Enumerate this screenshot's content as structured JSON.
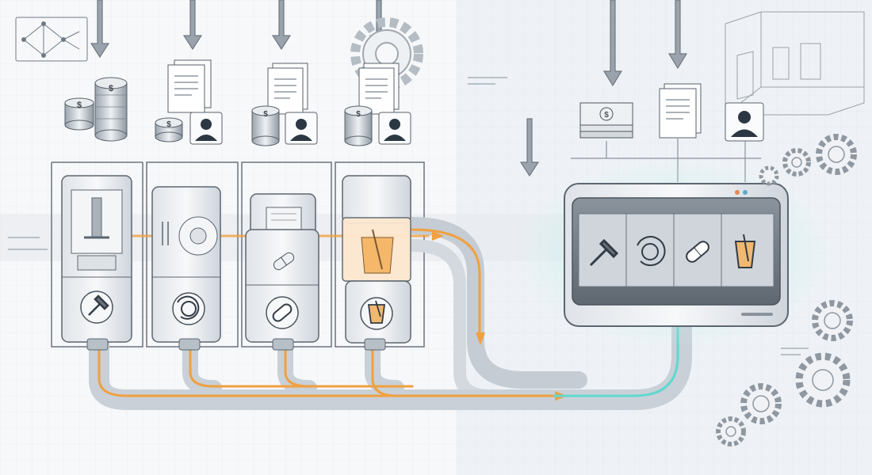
{
  "diagram": {
    "theme": {
      "background_left": "#f6f7f9",
      "background_right": "#eef2f6",
      "grid": "#dfe4ea",
      "machine_body": "#e9ecf0",
      "machine_edge": "#5d6670",
      "pipe": "#cfd5dc",
      "flow_orange": "#f0a040",
      "flow_teal": "#60d8d0",
      "screen": "#7a838c",
      "accent_icon": "#2b3742"
    },
    "stations": [
      {
        "inputs": [
          "coin-stack-icon",
          "coin-stack-icon"
        ],
        "machine": "press",
        "output_icon": "hammer-icon"
      },
      {
        "inputs": [
          "documents-icon",
          "coin-stack-icon",
          "person-badge-icon"
        ],
        "machine": "turbine",
        "output_icon": "disc-rotate-icon"
      },
      {
        "inputs": [
          "documents-icon",
          "coin-stack-icon",
          "person-badge-icon"
        ],
        "machine": "pill-splitter",
        "output_icon": "capsule-icon"
      },
      {
        "inputs": [
          "documents-icon",
          "coin-stack-icon",
          "person-badge-icon"
        ],
        "machine": "mixer",
        "output_icon": "beaker-icon"
      }
    ],
    "collector": {
      "inputs": [
        "banknotes-icon",
        "documents-icon",
        "person-badge-icon"
      ],
      "screen_icons": [
        "hammer-icon",
        "disc-rotate-icon",
        "capsule-icon",
        "beaker-icon"
      ]
    },
    "decorations": [
      "network-graph-icon",
      "gear-icon",
      "room-sketch-icon",
      "gear-cluster-icon"
    ]
  }
}
